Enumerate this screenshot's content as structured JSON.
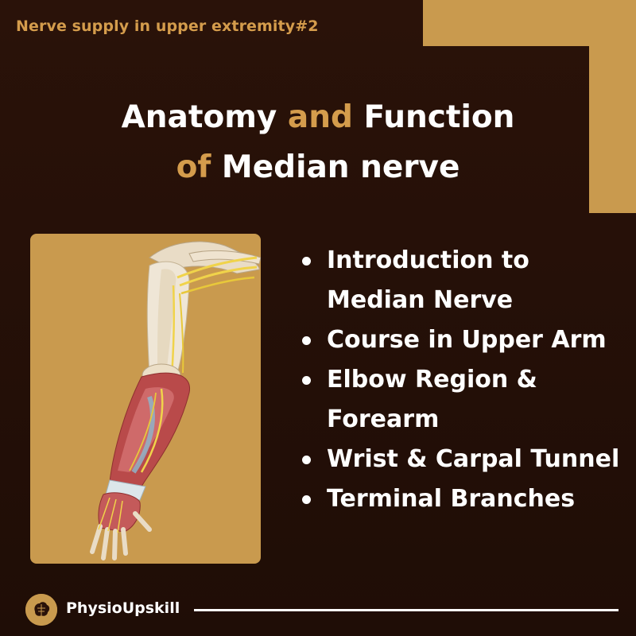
{
  "header": {
    "series_label": "Nerve supply in upper extremity#2"
  },
  "title": {
    "part1": "Anatomy ",
    "part2": "and",
    "part3": " Function",
    "part4": "of",
    "part5": " Median nerve"
  },
  "illustration": {
    "icon": "arm-anatomy-illustration"
  },
  "topics": [
    "Introduction to Median Nerve",
    "Course in Upper Arm",
    "Elbow Region & Forearm",
    "Wrist & Carpal Tunnel",
    "Terminal Branches"
  ],
  "footer": {
    "brand": "PhysioUpskill",
    "logo_icon": "brain-logo-icon"
  },
  "colors": {
    "background": "#22100a",
    "accent": "#c99a4e",
    "text": "#ffffff"
  }
}
